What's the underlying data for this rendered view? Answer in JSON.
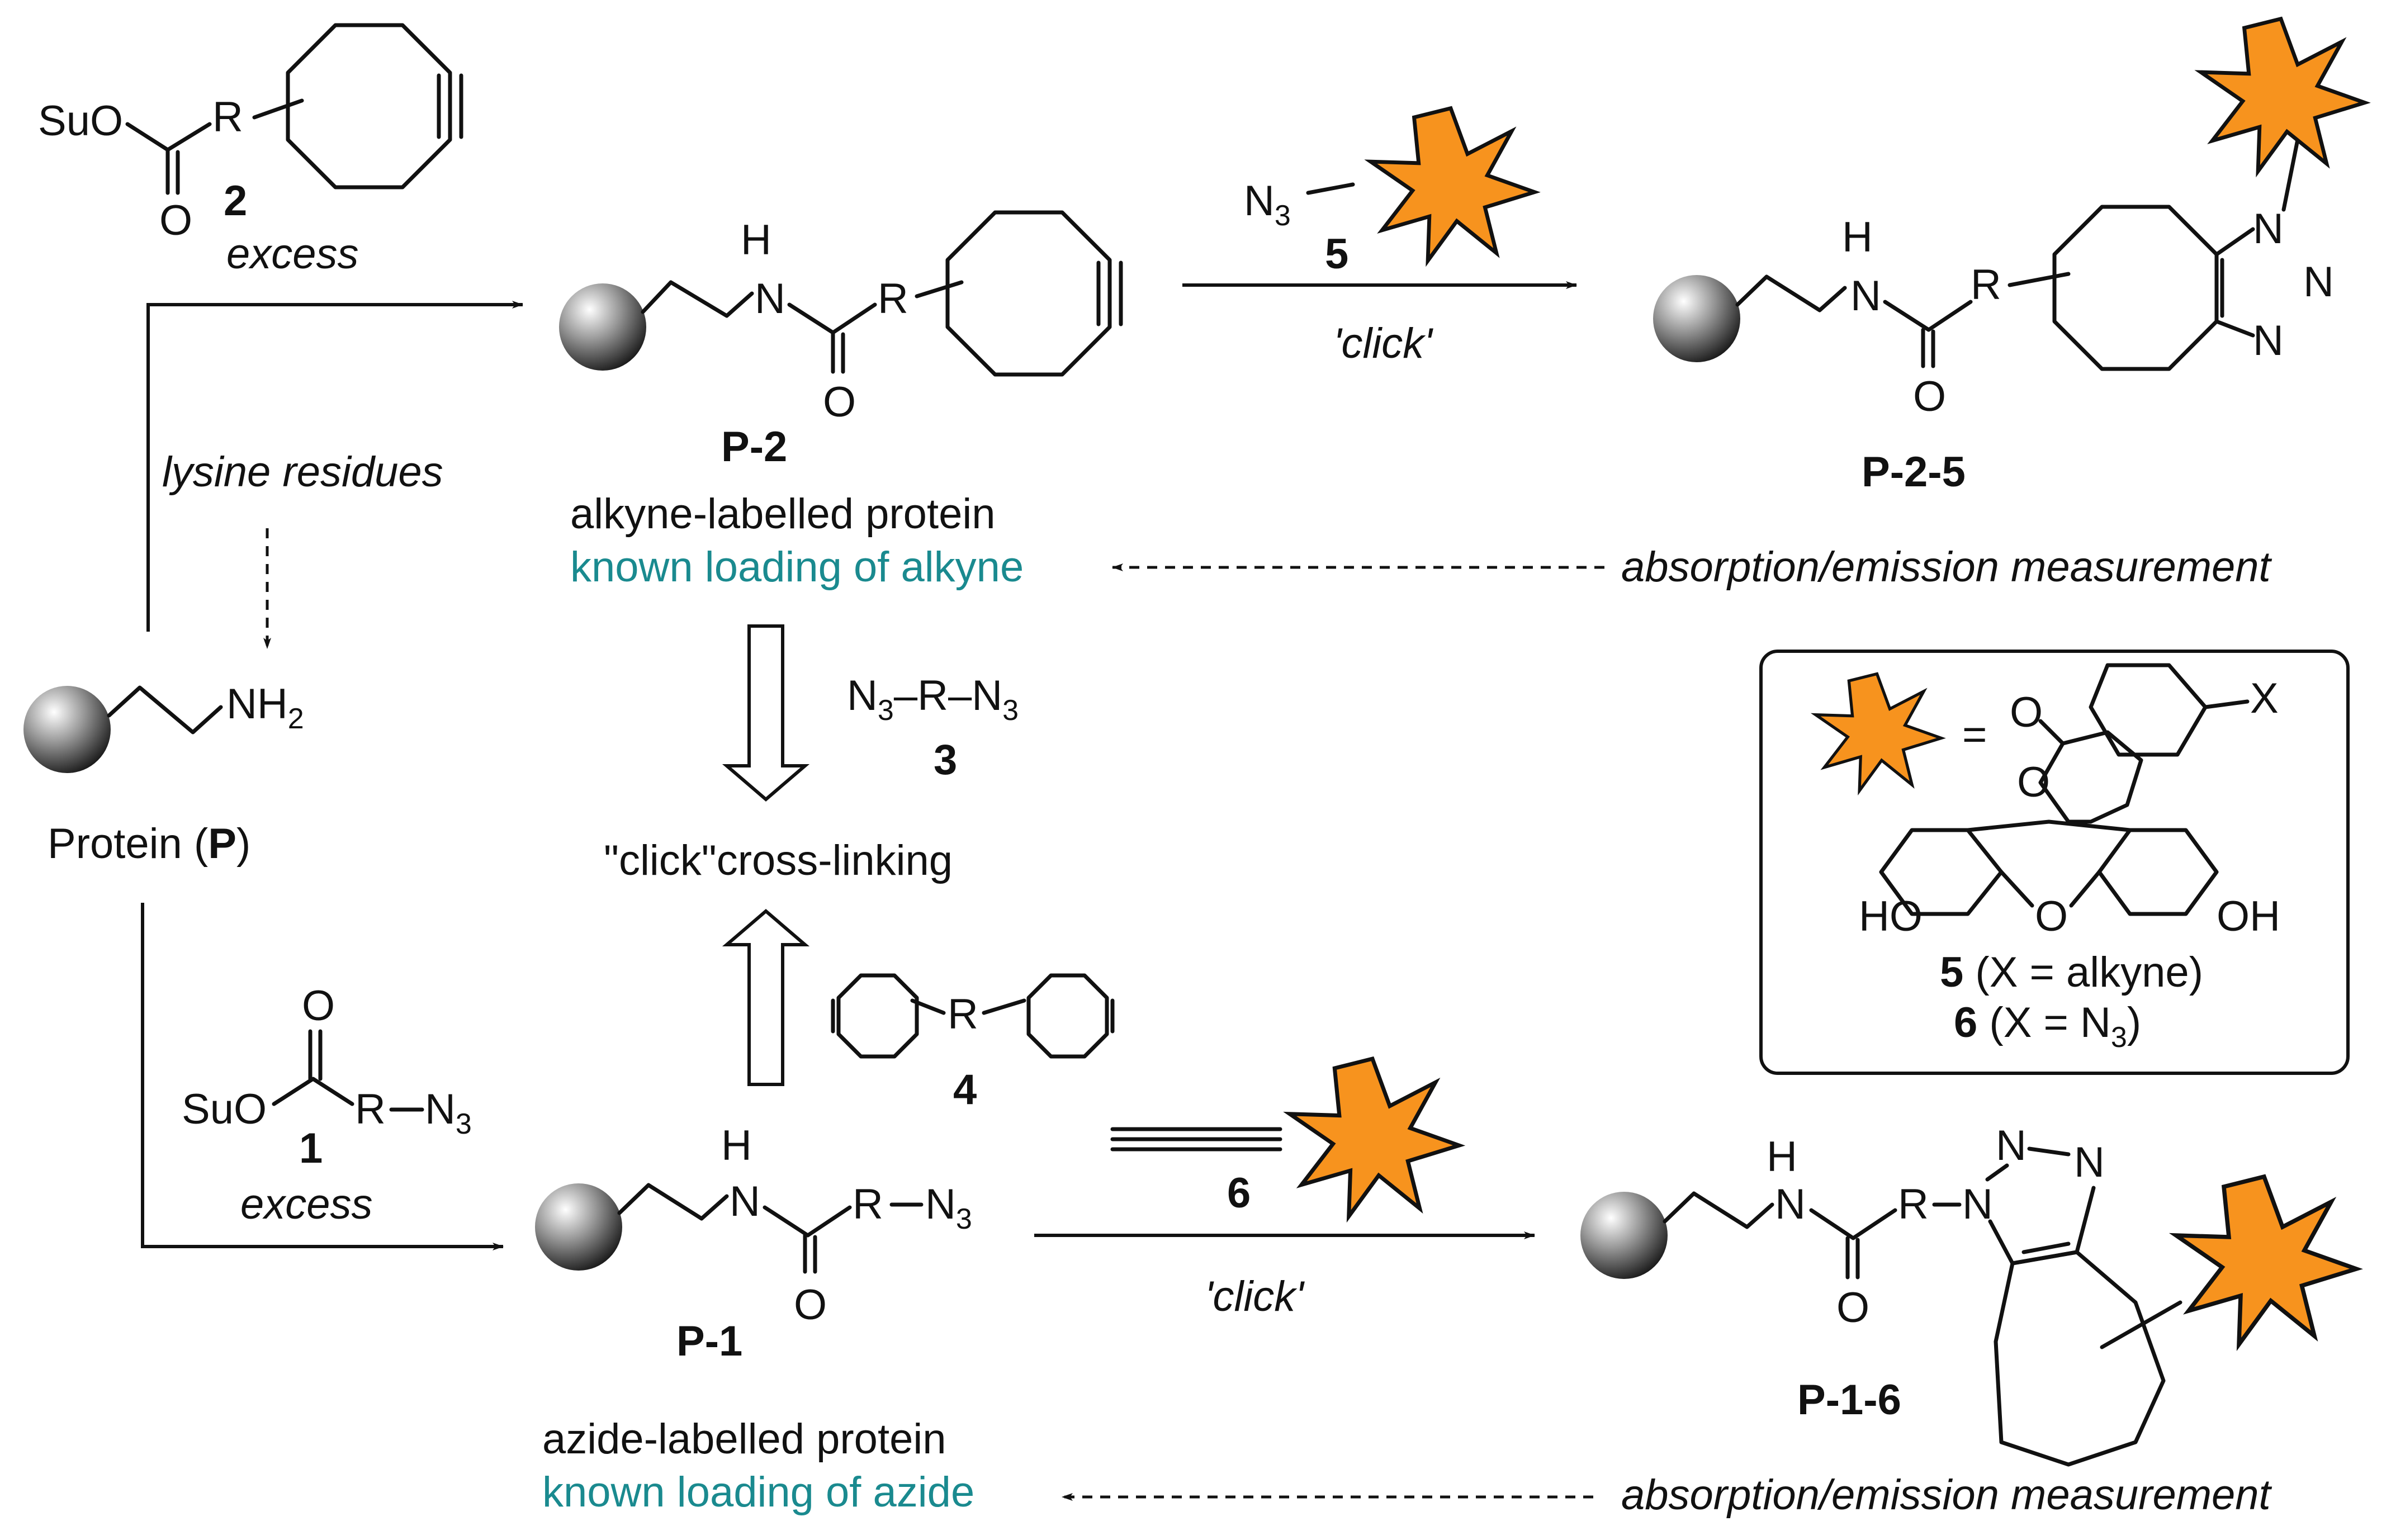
{
  "reagents": {
    "suo": "SuO",
    "r": "R",
    "o": "O",
    "n": "N",
    "h": "H",
    "n3": "N",
    "n3_sub": "3",
    "nh": "NH",
    "nh_sub": "2",
    "ho": "HO",
    "oh": "OH",
    "x": "X",
    "equals": "="
  },
  "compounds": {
    "c1": "1",
    "c2": "2",
    "c3": "3",
    "c4": "4",
    "c5": "5",
    "c6": "6",
    "p1": "P-1",
    "p2": "P-2",
    "p15": "P-1-6",
    "p25": "P-2-5"
  },
  "labels": {
    "excess": "excess",
    "lysine": "lysine residues",
    "protein_pre": "Protein (",
    "protein_bold": "P",
    "protein_post": ")",
    "click": "'click'",
    "crosslink": "\"click\"cross-linking",
    "alkyne_prot": "alkyne-labelled protein",
    "alkyne_load": "known loading of alkyne",
    "azide_prot": "azide-labelled protein",
    "azide_load": "known loading of azide",
    "absorb": "absorption/emission  measurement",
    "leg5_rest": " (X = alkyne)",
    "leg6_pre": " (X = N",
    "leg6_sub": "3",
    "leg6_post": ")"
  },
  "colors": {
    "fluorophore": "#f7931e",
    "highlight_text": "#1a8a8f"
  }
}
